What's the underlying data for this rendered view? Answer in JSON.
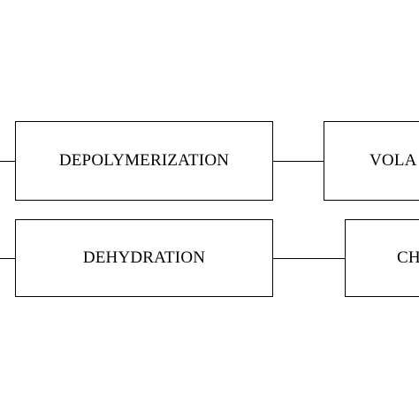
{
  "diagram": {
    "rows": [
      {
        "main_box": {
          "label": "DEPOLYMERIZATION"
        },
        "cut_box": {
          "label": "VOLA"
        }
      },
      {
        "main_box": {
          "label": "DEHYDRATION"
        },
        "cut_box": {
          "label": "CH"
        }
      }
    ]
  }
}
